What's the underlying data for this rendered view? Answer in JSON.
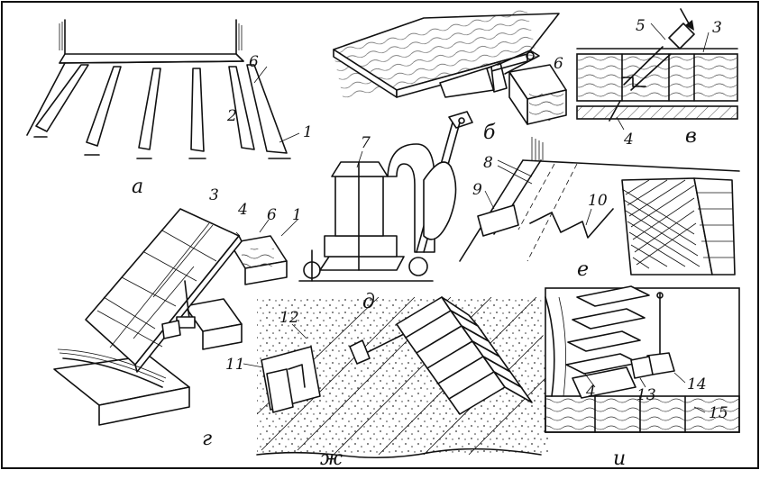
{
  "panels": [
    {
      "id": "a",
      "letter": "а",
      "labels": [
        "6",
        "2",
        "1"
      ]
    },
    {
      "id": "b",
      "letter": "б",
      "labels": [
        "6"
      ]
    },
    {
      "id": "v",
      "letter": "в",
      "labels": [
        "5",
        "3",
        "4"
      ]
    },
    {
      "id": "g",
      "letter": "г",
      "labels": [
        "3",
        "4",
        "6",
        "1"
      ]
    },
    {
      "id": "d",
      "letter": "д",
      "labels": [
        "7"
      ]
    },
    {
      "id": "e",
      "letter": "е",
      "labels": [
        "8",
        "9",
        "10"
      ]
    },
    {
      "id": "zh",
      "letter": "ж",
      "labels": [
        "12",
        "11"
      ]
    },
    {
      "id": "i",
      "letter": "и",
      "labels": [
        "4",
        "13",
        "14",
        "15"
      ]
    }
  ]
}
